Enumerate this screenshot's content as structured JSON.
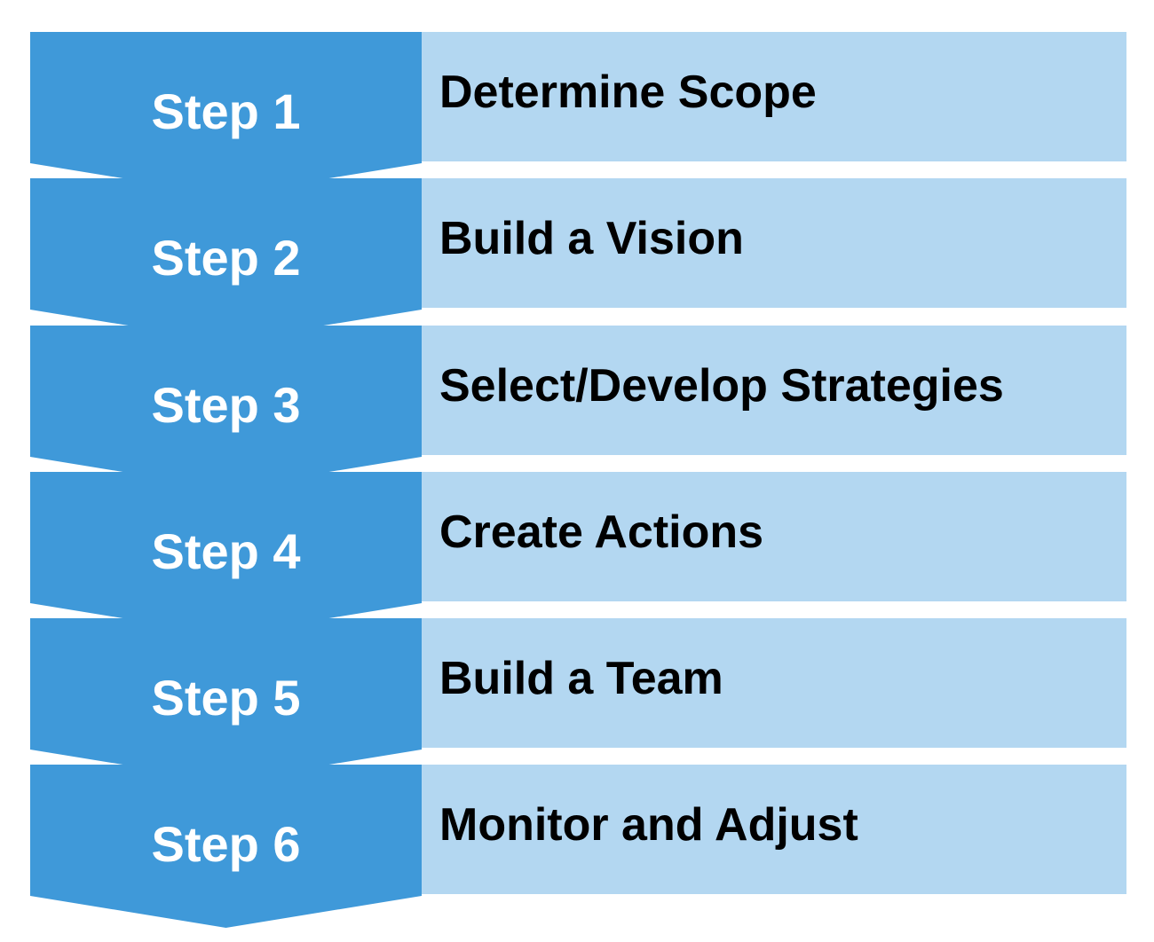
{
  "colors": {
    "step_blue": "#3f99d9",
    "description_light_blue": "#b3d7f1",
    "step_text": "#ffffff",
    "description_text": "#000000"
  },
  "steps": [
    {
      "label": "Step 1",
      "description": "Determine Scope"
    },
    {
      "label": "Step 2",
      "description": "Build a Vision"
    },
    {
      "label": "Step 3",
      "description": "Select/Develop Strategies"
    },
    {
      "label": "Step 4",
      "description": "Create Actions"
    },
    {
      "label": "Step 5",
      "description": "Build a Team"
    },
    {
      "label": "Step 6",
      "description": "Monitor and Adjust"
    }
  ]
}
